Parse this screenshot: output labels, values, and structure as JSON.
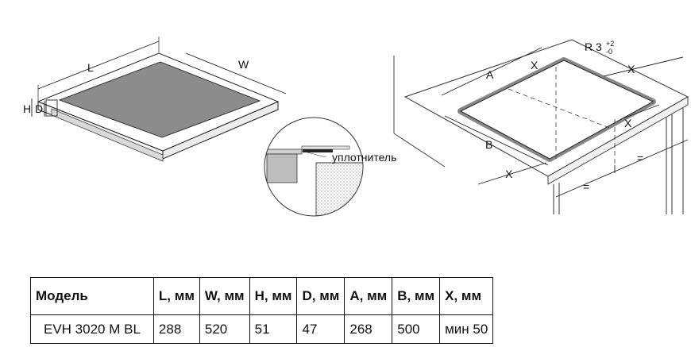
{
  "diagram": {
    "left_labels": {
      "length": "L",
      "width": "W",
      "height": "H",
      "depth": "D"
    },
    "detail_label": "уплотнитель",
    "right_labels": {
      "radius": "R 3",
      "radius_tol_plus": "+2",
      "radius_tol_minus": "-0",
      "cutout_a": "A",
      "cutout_b": "B",
      "gap_x": "X",
      "equal": "="
    }
  },
  "table": {
    "headers": [
      "Модель",
      "L, мм",
      "W, мм",
      "H, мм",
      "D, мм",
      "A, мм",
      "B, мм",
      "X, мм"
    ],
    "rows": [
      [
        "EVH 3020 M BL",
        "288",
        "520",
        "51",
        "47",
        "268",
        "500",
        "мин 50"
      ]
    ]
  }
}
